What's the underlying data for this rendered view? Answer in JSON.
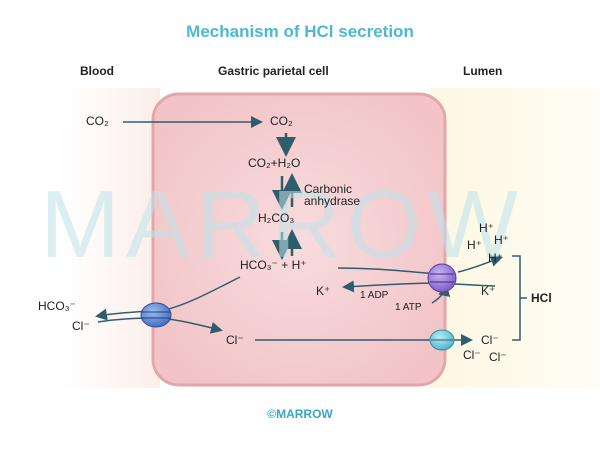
{
  "title": "Mechanism of HCl secretion",
  "headers": {
    "blood": "Blood",
    "cell": "Gastric parietal cell",
    "lumen": "Lumen"
  },
  "watermark": "MARROW",
  "footer": "©MARROW",
  "labels": {
    "co2_blood": "CO₂",
    "co2_cell": "CO₂",
    "co2_h2o": "CO₂+H₂O",
    "carbonic": "Carbonic",
    "anhydrase": "anhydrase",
    "h2co3": "H₂CO₃",
    "hco3_h": "HCO₃⁻ + H⁺",
    "k_cell": "K⁺",
    "adp": "1 ADP",
    "atp": "1 ATP",
    "hco3_blood": "HCO₃⁻",
    "cl_blood": "Cl⁻",
    "cl_cell": "Cl⁻",
    "h_lumen_1": "H⁺",
    "h_lumen_2": "H⁺",
    "h_lumen_3": "H⁺",
    "h_lumen_4": "H⁺",
    "k_lumen": "K⁺",
    "cl_lumen_1": "Cl⁻",
    "cl_lumen_2": "Cl⁻",
    "cl_lumen_3": "Cl⁻",
    "hcl": "HCl"
  },
  "colors": {
    "title": "#4fb8cf",
    "cell_fill": "#f6d3d5",
    "cell_border": "#e6a9ad",
    "arrow": "#2e5d6b",
    "lumen_bg": "#fbf3d6",
    "pump": "#8e6fd0",
    "exchanger": "#5b86d6",
    "channel": "#6cc6d8"
  }
}
